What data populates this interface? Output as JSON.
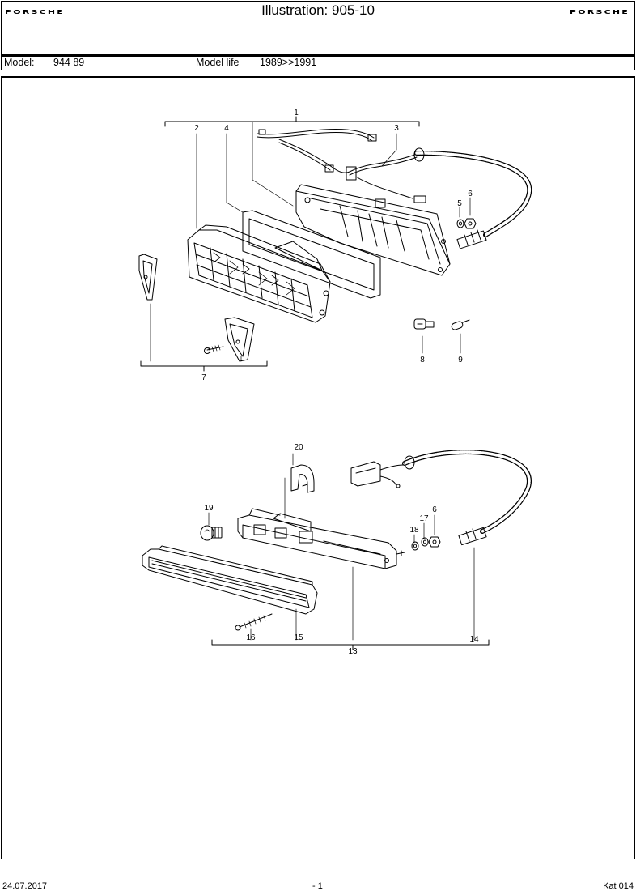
{
  "header": {
    "brand_left": "PORSCHE",
    "title": "Illustration: 905-10",
    "brand_right": "PORSCHE"
  },
  "model_bar": {
    "model_label": "Model:",
    "model_value": "944 89",
    "life_label": "Model life",
    "life_value": "1989>>1991"
  },
  "callouts": {
    "c1": "1",
    "c2": "2",
    "c3": "3",
    "c4": "4",
    "c5": "5",
    "c6": "6",
    "c7": "7",
    "c8": "8",
    "c9": "9",
    "c13": "13",
    "c14": "14",
    "c15": "15",
    "c16": "16",
    "c17": "17",
    "c18": "18",
    "c19": "19",
    "c20": "20",
    "c6b": "6"
  },
  "footer": {
    "date": "24.07.2017",
    "page": "- 1",
    "catalog": "Kat 014"
  }
}
